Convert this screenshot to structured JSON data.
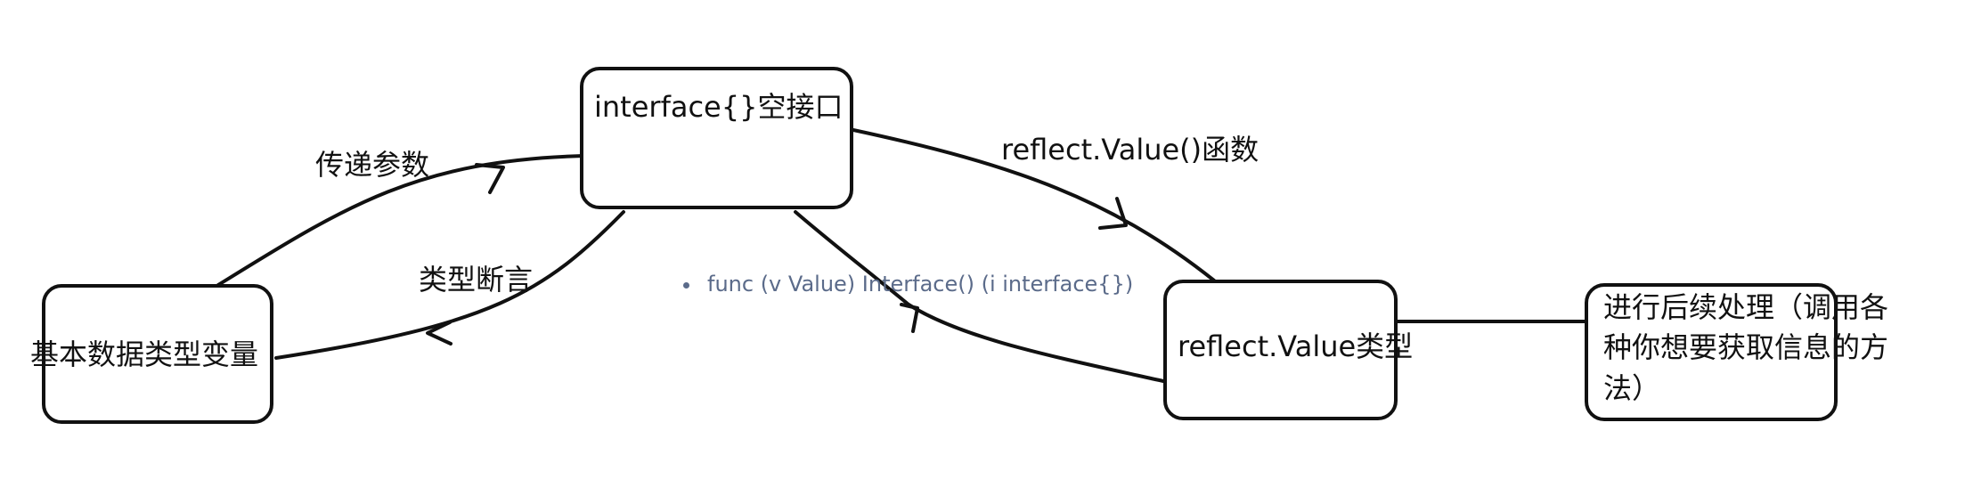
{
  "diagram": {
    "nodes": {
      "interface_box": {
        "label": "interface{}空接口"
      },
      "basic_var_box": {
        "label": "基本数据类型变量"
      },
      "reflect_value_box": {
        "label": "reflect.Value类型"
      },
      "followup_box": {
        "label": "进行后续处理（调用各种你想要获取信息的方法）"
      }
    },
    "edges": {
      "pass_param": {
        "label": "传递参数"
      },
      "type_assert": {
        "label": "类型断言"
      },
      "reflect_value_func": {
        "label": "reflect.Value()函数"
      }
    },
    "note": {
      "method_signature": "func (v Value) Interface() (i interface{})"
    }
  }
}
